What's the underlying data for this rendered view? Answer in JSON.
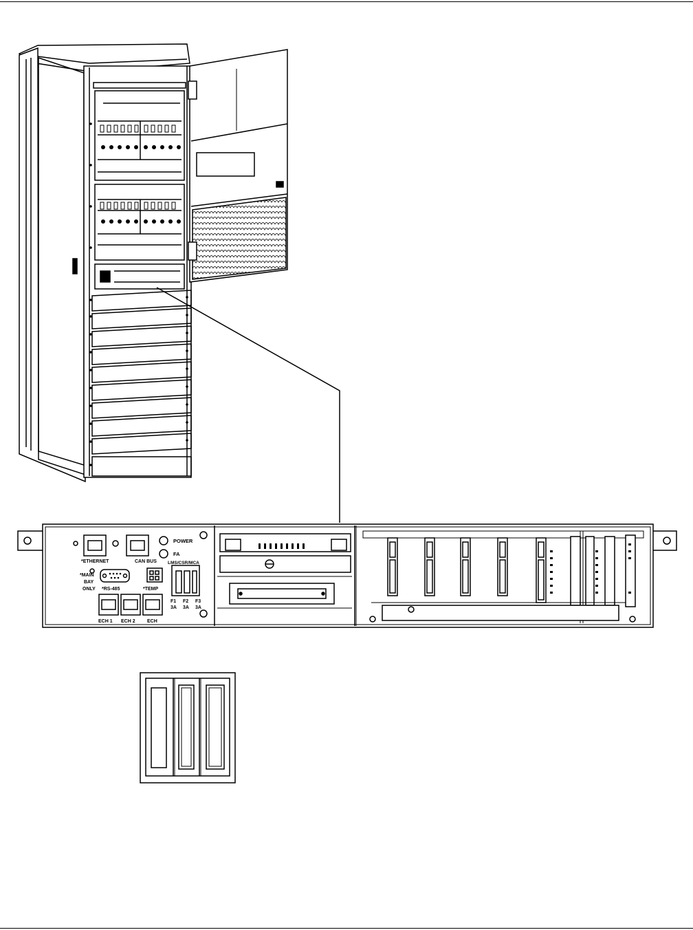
{
  "panel": {
    "labels": {
      "ethernet": "*ETHERNET",
      "can_bus": "CAN BUS",
      "power": "POWER",
      "fa": "FA",
      "main_bay_1": "*MAIN",
      "main_bay_2": "BAY",
      "main_bay_3": "ONLY",
      "rs485": "*RS-485",
      "temp": "*TEMP",
      "fuse_group": "LMS/CSR/MCA",
      "f1": "F1",
      "f1_rating": "3A",
      "f2": "F2",
      "f2_rating": "3A",
      "f3": "F3",
      "f3_rating": "3A",
      "ech1": "ECH 1",
      "ech2": "ECH 2",
      "ech3": "ECH"
    }
  },
  "colors": {
    "line": "#000000",
    "background": "#ffffff",
    "grille": "#555555"
  }
}
